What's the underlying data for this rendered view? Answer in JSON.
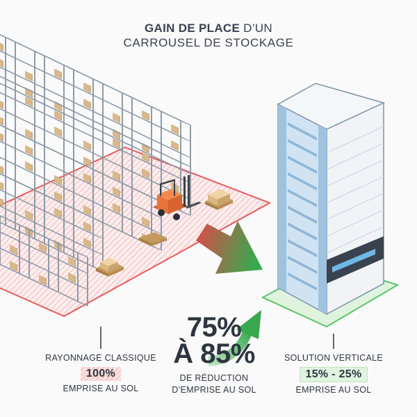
{
  "title": {
    "bold": "GAIN DE PLACE",
    "rest": " D’UN",
    "line2": "CARROUSEL DE STOCKAGE"
  },
  "left": {
    "label": "RAYONNAGE CLASSIQUE",
    "value": "100%",
    "footprint": "EMPRISE AU SOL"
  },
  "center": {
    "line1": "75%",
    "line2": "À 85%",
    "sub1": "DE RÉDUCTION",
    "sub2": "D’EMPRISE AU SOL"
  },
  "right": {
    "label": "SOLUTION VERTICALE",
    "value": "15% - 25%",
    "footprint": "EMPRISE AU SOL"
  },
  "colors": {
    "red_zone": "#e65a5a",
    "green_zone": "#5cc46a",
    "shelf": "#8e9aa8",
    "box": "#d9b889",
    "forklift": "#e8743b",
    "tower": "#dfe9f2"
  },
  "icons": [
    "forklift-icon",
    "pallet-icon",
    "storage-carousel-icon",
    "arrow-right-icon",
    "arrow-up-icon"
  ]
}
